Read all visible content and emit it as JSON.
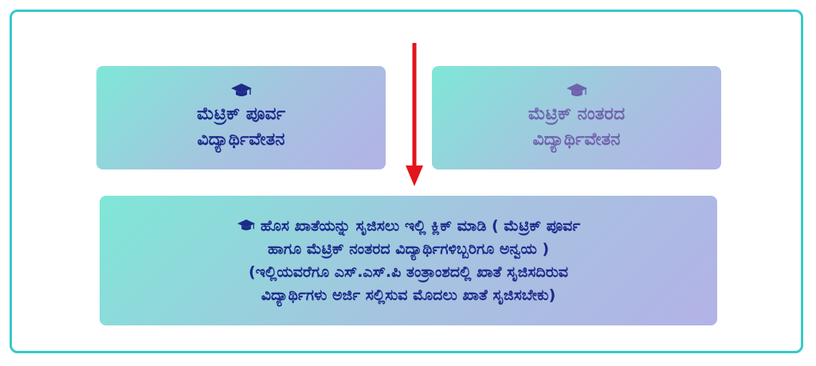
{
  "cards": {
    "pre_matric": {
      "line1": "ಮೆಟ್ರಿಕ್ ಪೂರ್ವ",
      "line2": "ವಿದ್ಯಾರ್ಥಿವೇತನ",
      "icon": "graduation-cap-icon",
      "text_color": "#1c2a8a"
    },
    "post_matric": {
      "line1": "ಮೆಟ್ರಿಕ್ ನಂತರದ",
      "line2": "ವಿದ್ಯಾರ್ಥಿವೇತನ",
      "icon": "graduation-cap-icon",
      "text_color": "#6f63ad"
    },
    "create_account": {
      "line1": "ಹೊಸ ಖಾತೆಯನ್ನು ಸೃಜಿಸಲು ಇಲ್ಲಿ ಕ್ಲಿಕ್ ಮಾಡಿ ( ಮೆಟ್ರಿಕ್ ಪೂರ್ವ",
      "line2": "ಹಾಗೂ ಮೆಟ್ರಿಕ್ ನಂತರದ ವಿದ್ಯಾರ್ಥಿಗಳಿಬ್ಬರಿಗೂ ಅನ್ವಯ )",
      "line3": "(ಇಲ್ಲಿಯವರೆಗೂ ಎಸ್.ಎಸ್.ಪಿ ತಂತ್ರಾಂಶದಲ್ಲಿ ಖಾತೆ ಸೃಜಿಸದಿರುವ",
      "line4": "ವಿದ್ಯಾರ್ಥಿಗಳು ಅರ್ಜಿ ಸಲ್ಲಿಸುವ ಮೊದಲು ಖಾತೆ ಸೃಜಿಸಬೇಕು)",
      "icon": "graduation-cap-icon"
    }
  },
  "colors": {
    "frame_border": "#36c9c9",
    "arrow": "#e3141b",
    "card_gradient_start": "#7fe7d7",
    "card_gradient_end": "#b3b2e6"
  }
}
